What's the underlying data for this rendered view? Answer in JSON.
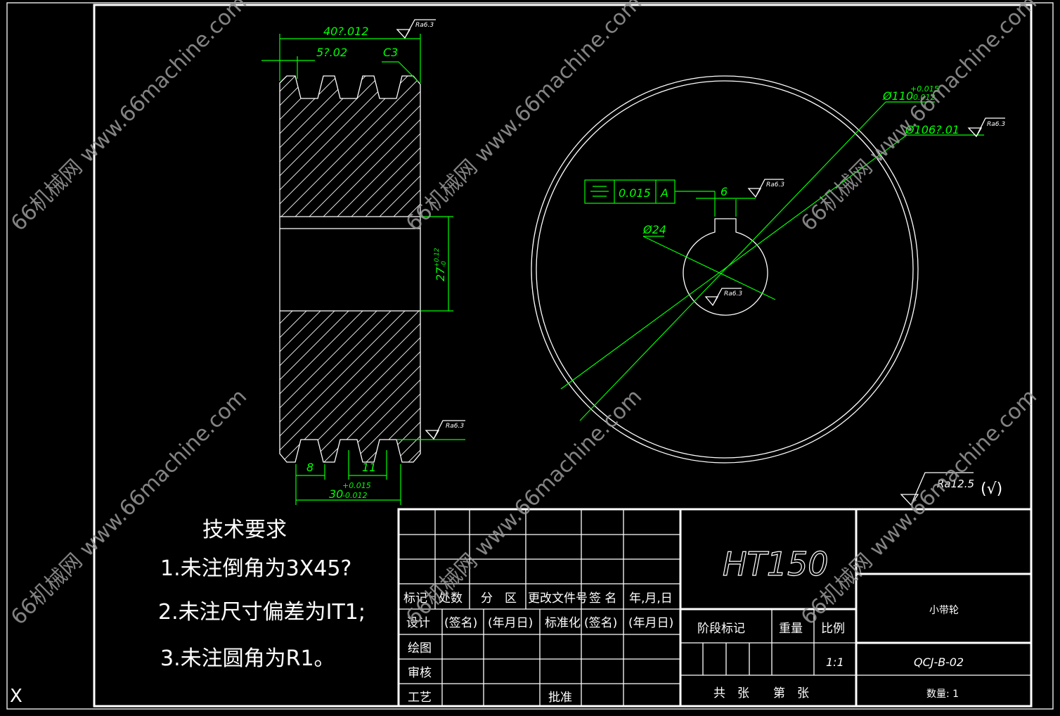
{
  "dims": {
    "width_total": "40?.012",
    "tooth_offset": "5?.02",
    "chamfer": "C3",
    "roughness": "Ra6.3",
    "bore_width": "27",
    "bore_tol_up": "+0.12",
    "bore_tol_low": "-0",
    "groove_pitch": "8",
    "groove_width": "11",
    "groove_span": "30",
    "groove_span_up": "+0.015",
    "groove_span_low": "-0.012",
    "outer_dia": "Ø110",
    "outer_dia_up": "+0.015",
    "outer_dia_low": "-0.012",
    "inner_dia": "Ø106?.01",
    "bore_dia": "Ø24",
    "key_width": "6",
    "tolerance_value": "0.015",
    "datum": "A",
    "general_roughness": "Ra12.5",
    "general_roughness_suffix": "(√)"
  },
  "tech_requirements": {
    "title": "技术要求",
    "items": [
      "1.未注倒角为3X45?",
      "2.未注尺寸偏差为IT1;",
      "3.未注圆角为R1。"
    ]
  },
  "title_block": {
    "header_row": [
      "标记",
      "处数",
      "分　区",
      "更改文件号",
      "签 名",
      "年,月,日"
    ],
    "design_row": [
      "设计",
      "(签名)",
      "(年月日)",
      "标准化",
      "(签名)",
      "(年月日)"
    ],
    "draw_label": "绘图",
    "review_label": "审核",
    "process_label": "工艺",
    "approve_label": "批准",
    "material": "HT150",
    "stage_label": "阶段标记",
    "weight_label": "重量",
    "scale_label": "比例",
    "scale_value": "1:1",
    "sheets_label": "共　张　　第　张",
    "part_name": "小带轮",
    "drawing_number": "QCJ-B-02",
    "quantity": "数量: 1"
  },
  "watermark": "66机械网 www.66machine.com",
  "ucs_label": "X"
}
